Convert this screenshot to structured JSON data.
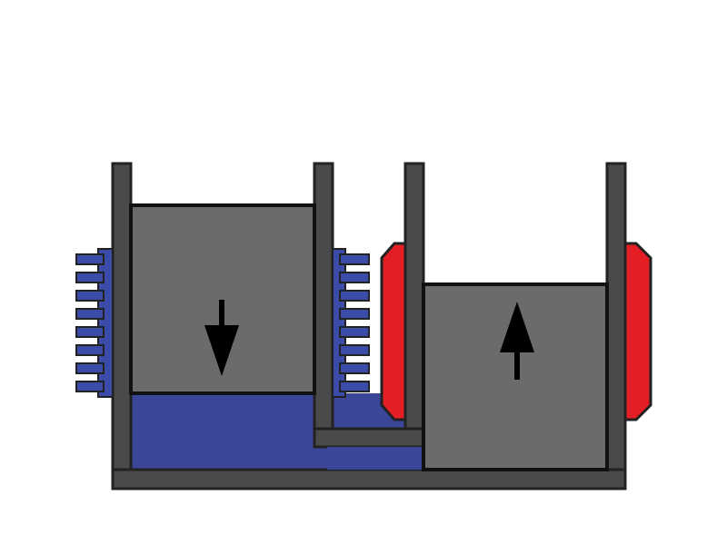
{
  "colors": {
    "background": "#ffffff",
    "wall": "#4a4a4a",
    "outline": "#222222",
    "piston": "#6b6b6b",
    "fluid": "#3b4699",
    "cooler": "#3a4ca8",
    "heater": "#e31e24",
    "arrow": "#000000"
  },
  "left_piston": {
    "direction": "down",
    "arrow_icon": "arrow-down-icon"
  },
  "right_piston": {
    "direction": "up",
    "arrow_icon": "arrow-up-icon"
  },
  "left_cooling_fins": {
    "icon": "cooling-fins-icon",
    "fin_count": 8
  },
  "right_cooling_fins": {
    "icon": "cooling-fins-icon",
    "fin_count": 8
  },
  "heater": {
    "icon": "heater-pad-icon"
  }
}
